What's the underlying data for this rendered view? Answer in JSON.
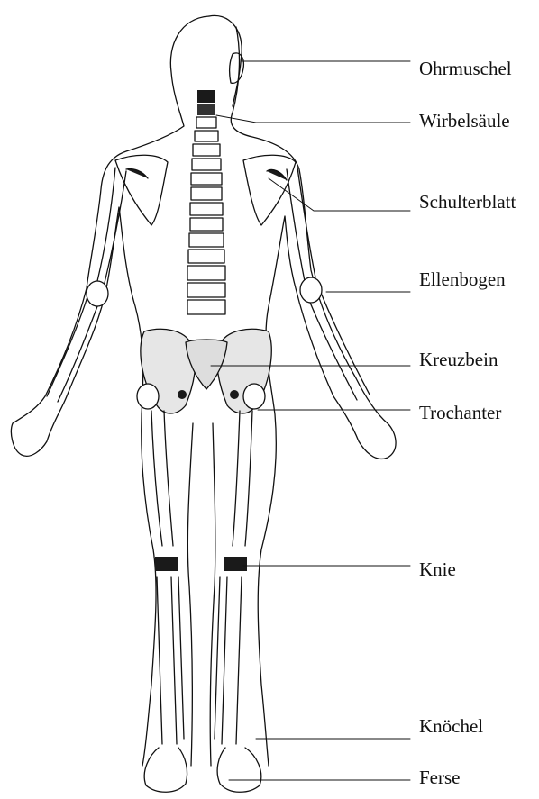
{
  "diagram": {
    "colors": {
      "line": "#111111",
      "bone_fill": "#ffffff",
      "pelvis_fill": "#e6e6e6",
      "joint_dark": "#1a1a1a"
    },
    "labels": [
      {
        "id": "ohrmuschel",
        "text": "Ohrmuschel"
      },
      {
        "id": "wirbelsaeule",
        "text": "Wirbelsäule"
      },
      {
        "id": "schulterblatt",
        "text": "Schulterblatt"
      },
      {
        "id": "ellenbogen",
        "text": "Ellenbogen"
      },
      {
        "id": "kreuzbein",
        "text": "Kreuzbein"
      },
      {
        "id": "trochanter",
        "text": "Trochanter"
      },
      {
        "id": "knie",
        "text": "Knie"
      },
      {
        "id": "knoechel",
        "text": "Knöchel"
      },
      {
        "id": "ferse",
        "text": "Ferse"
      }
    ]
  }
}
